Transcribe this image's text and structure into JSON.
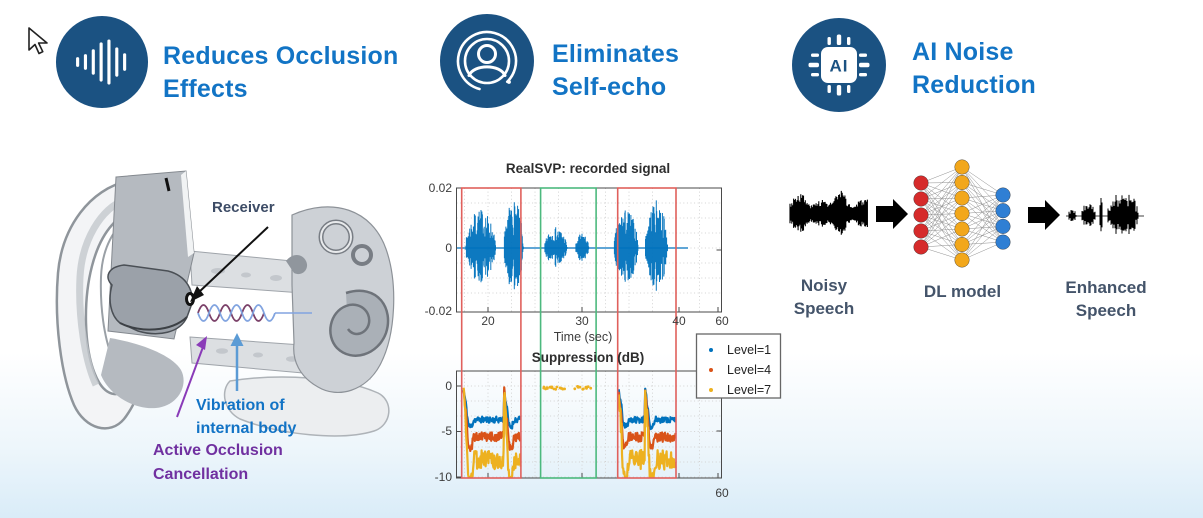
{
  "colors": {
    "icon_circle": "#1b5282",
    "title_blue": "#1274c5",
    "receiver_label": "#3d4c66",
    "vibration_label": "#1273c5",
    "aoc_label": "#7030a0",
    "flow_label": "#44546a",
    "waveform_black": "#000000",
    "box_red": "#e0605c",
    "box_green": "#4cb97e"
  },
  "features": [
    {
      "icon": "soundwave-icon",
      "title": "Reduces Occlusion\nEffects"
    },
    {
      "icon": "person-echo-icon",
      "title": "Eliminates\nSelf-echo"
    },
    {
      "icon": "ai-chip-icon",
      "icon_text": "AI",
      "title": "AI Noise\nReduction"
    }
  ],
  "ear_diagram": {
    "receiver_label": "Receiver",
    "vibration_label": "Vibration of\ninternal body",
    "aoc_label": "Active Occlusion\nCancellation"
  },
  "chart_data": [
    {
      "type": "line",
      "title": "RealSVP: recorded signal",
      "xlabel": "Time (sec)",
      "ylabel": "",
      "xtick_labels": [
        "20",
        "30",
        "40",
        "60"
      ],
      "ytick_labels": [
        "0.02",
        "0",
        "-0.02"
      ],
      "ylim": [
        -0.02,
        0.02
      ],
      "xlim": [
        17,
        60
      ],
      "grid": true,
      "series": [
        {
          "name": "recorded signal",
          "color": "#0072BD"
        }
      ],
      "bursts": [
        [
          17.6,
          21.2,
          0.013
        ],
        [
          21.7,
          24.0,
          0.016
        ],
        [
          26.0,
          28.7,
          0.007
        ],
        [
          29.3,
          30.9,
          0.005
        ],
        [
          33.4,
          36.3,
          0.013
        ],
        [
          36.7,
          39.4,
          0.016
        ]
      ],
      "boxes": [
        {
          "color": "#e0605c",
          "t0": 17.2,
          "t1": 23.5
        },
        {
          "color": "#4cb97e",
          "t0": 25.6,
          "t1": 31.5
        },
        {
          "color": "#e0605c",
          "t0": 33.8,
          "t1": 40.0
        }
      ]
    },
    {
      "type": "scatter",
      "title": "Suppression (dB)",
      "xtick_labels": [
        "60"
      ],
      "ytick_labels": [
        "0",
        "-5",
        "-10"
      ],
      "ylim": [
        -10.5,
        1.6
      ],
      "grid": true,
      "legend_position": "upper right",
      "series": [
        {
          "name": "Level=1",
          "color": "#0072BD",
          "mean_dB": -3.7,
          "noise": 0.35
        },
        {
          "name": "Level=4",
          "color": "#D95319",
          "mean_dB": -5.6,
          "noise": 0.55
        },
        {
          "name": "Level=7",
          "color": "#EDB120",
          "mean_dB": -8.1,
          "noise": 1.1
        }
      ],
      "speech_segments": [
        {
          "t0": 17.4,
          "t1": 23.5,
          "bursts": [
            17.4,
            21.7
          ]
        },
        {
          "t0": 33.9,
          "t1": 40.0,
          "bursts": [
            33.9,
            36.7
          ]
        }
      ],
      "quiet_dots": {
        "series": "Level=7",
        "color": "#EDB120",
        "dB": -0.2,
        "ranges": [
          [
            25.9,
            28.3
          ],
          [
            29.3,
            30.9
          ]
        ]
      }
    }
  ],
  "ai_flow": {
    "noisy_label": "Noisy\nSpeech",
    "dl_label": "DL model",
    "enhanced_label": "Enhanced\nSpeech",
    "network": {
      "input": {
        "count": 5,
        "color": "#d62b2b"
      },
      "hidden": {
        "count": 7,
        "color": "#f2a71b"
      },
      "output": {
        "count": 4,
        "color": "#2f7fd4"
      }
    },
    "enhanced_clusters": [
      [
        0,
        9,
        7
      ],
      [
        13,
        29,
        13
      ],
      [
        31,
        35,
        27
      ],
      [
        39,
        74,
        24
      ]
    ]
  }
}
